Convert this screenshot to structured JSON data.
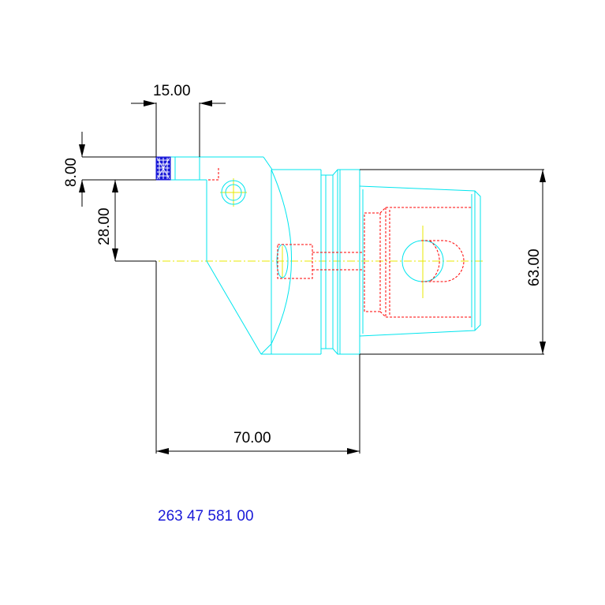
{
  "drawing": {
    "dimensions": {
      "width_top": "15.00",
      "height_small": "8.00",
      "height_to_axis": "28.00",
      "length_overall": "70.00",
      "height_overall": "63.00"
    },
    "part_number": "263 47 581 00",
    "colors": {
      "outline": "#00e5ee",
      "hidden": "#ff0000",
      "centerline": "#e8e800",
      "dimension": "#000000",
      "part_number": "#1a1ad8",
      "hatch": "#1a1ad8"
    }
  }
}
